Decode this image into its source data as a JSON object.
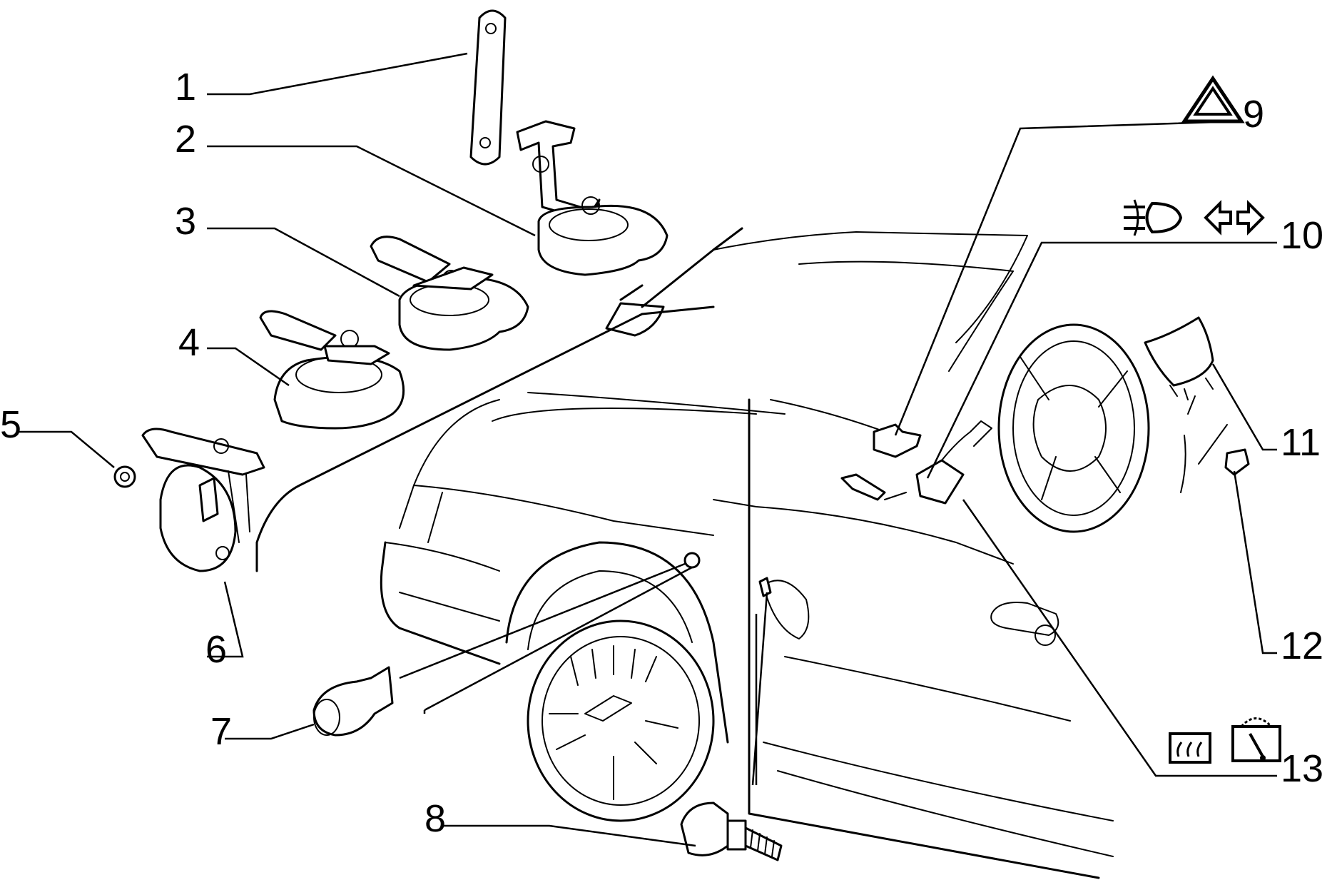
{
  "callouts": {
    "c1": "1",
    "c2": "2",
    "c3": "3",
    "c4": "4",
    "c5": "5",
    "c6": "6",
    "c7": "7",
    "c8": "8",
    "c9": "9",
    "c10": "10",
    "c11": "11",
    "c12": "12",
    "c13": "13"
  },
  "symbols": {
    "s9": "hazard-warning-triangle-icon",
    "s10a": "fog-lamp-icon",
    "s10b": "turn-signal-arrows-icon",
    "s13a": "rear-window-heater-icon",
    "s13b": "rear-wiper-icon"
  }
}
